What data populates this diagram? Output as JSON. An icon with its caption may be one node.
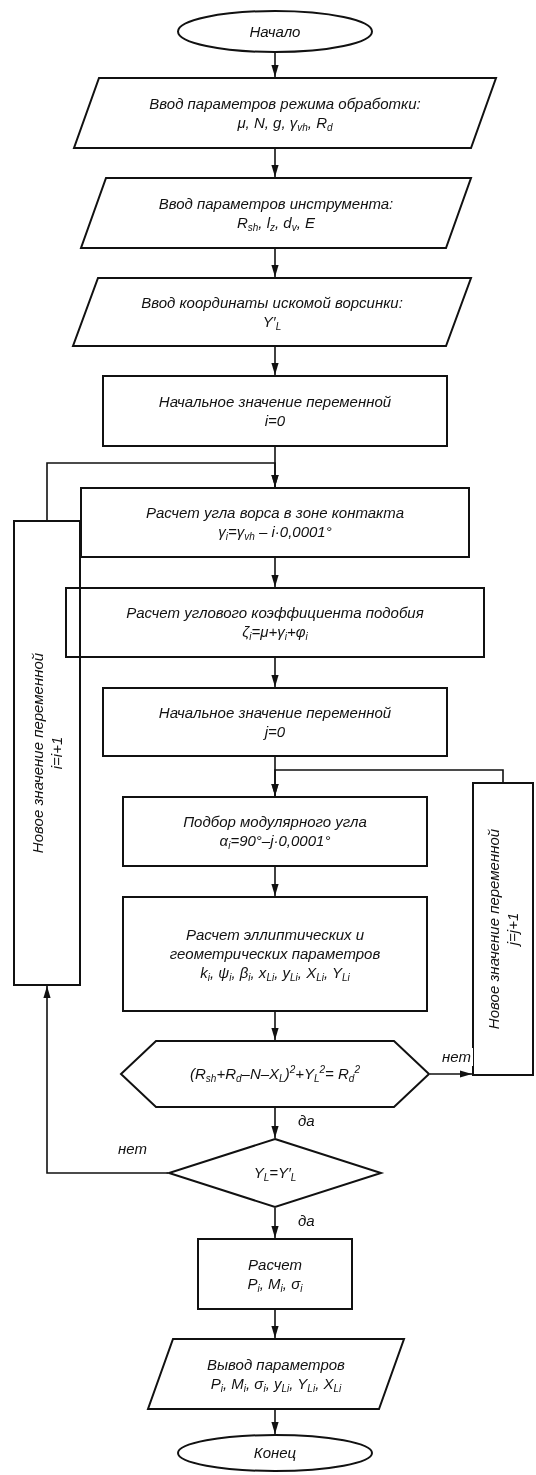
{
  "diagram": {
    "nodes": [
      {
        "text": [
          "Начало"
        ]
      },
      {
        "text": [
          "Ввод параметров режима обработки:",
          "μ, N, g, γ$_{vh}$, R$_{d}$"
        ]
      },
      {
        "text": [
          "Ввод параметров инструмента:",
          "R$_{sh}$, l$_{z}$, d$_{v}$, E"
        ]
      },
      {
        "text": [
          "Ввод координаты искомой ворсинки:",
          "Y′$_{L}$"
        ]
      },
      {
        "text": [
          "Начальное значение переменной",
          "i=0"
        ]
      },
      {
        "text": [
          "Расчет угла ворса в зоне контакта",
          "γ$_{i}$=γ$_{vh}$ – i·0,0001°"
        ]
      },
      {
        "text": [
          "Расчет углового коэффициента подобия",
          "ζ$_{i}$=μ+γ$_{i}$+φ$_{i}$"
        ]
      },
      {
        "text": [
          "Начальное значение переменной",
          "j=0"
        ]
      },
      {
        "text": [
          "Подбор модулярного угла",
          "α$_{i}$=90°–j·0,0001°"
        ]
      },
      {
        "text": [
          "Расчет эллиптических и геометрических параметров",
          "k$_{i}$, ψ$_{i}$, β$_{i}$, x$_{Li}$, y$_{Li}$, X$_{Li}$, Y$_{Li}$"
        ]
      },
      {
        "text": [
          "(R$_{sh}$+R$_{d}$–N–X$_{L}$)$^{2}$+Y$_{L}$$^{2}$= R$_{d}$$^{2}$"
        ]
      },
      {
        "text": [
          "Y$_{L}$=Y′$_{L}$"
        ]
      },
      {
        "text": [
          "Расчет",
          "P$_{i}$, M$_{i}$, σ$_{i}$"
        ]
      },
      {
        "text": [
          "Вывод параметров",
          "P$_{i}$, M$_{i}$, σ$_{i}$, y$_{Li}$, Y$_{Li}$, X$_{Li}$"
        ]
      },
      {
        "text": [
          "Конец"
        ]
      },
      {
        "text": [
          "Новое значение переменной",
          "j=j+1"
        ]
      },
      {
        "text": [
          "Новое значение переменной",
          "i=i+1"
        ]
      }
    ],
    "edges": [
      {
        "from": 0,
        "to": 1,
        "arrow": "to"
      },
      {
        "from": 1,
        "to": 2,
        "arrow": "to"
      },
      {
        "from": 2,
        "to": 3,
        "arrow": "to"
      },
      {
        "from": 3,
        "to": 4,
        "arrow": "to"
      },
      {
        "from": 4,
        "to": 5,
        "arrow": "to"
      },
      {
        "from": 5,
        "to": 6,
        "arrow": "to"
      },
      {
        "from": 6,
        "to": 7,
        "arrow": "to"
      },
      {
        "from": 7,
        "to": 8,
        "arrow": "to"
      },
      {
        "from": 8,
        "to": 9,
        "arrow": "to"
      },
      {
        "from": 9,
        "to": 10,
        "arrow": "to"
      },
      {
        "from": 10,
        "to": 11,
        "arrow": "to",
        "label": "да"
      },
      {
        "from": 11,
        "to": 12,
        "arrow": "to",
        "label": "да"
      },
      {
        "from": 12,
        "to": 13,
        "arrow": "to"
      },
      {
        "from": 13,
        "to": 14,
        "arrow": "to"
      },
      {
        "from": 10,
        "to": 15,
        "arrow": "to",
        "label": "нет"
      },
      {
        "from": 15,
        "to": 8,
        "arrow": "to"
      },
      {
        "from": 11,
        "to": 16,
        "arrow": "to",
        "label": "нет"
      },
      {
        "from": 16,
        "to": 5,
        "arrow": "to"
      }
    ]
  }
}
